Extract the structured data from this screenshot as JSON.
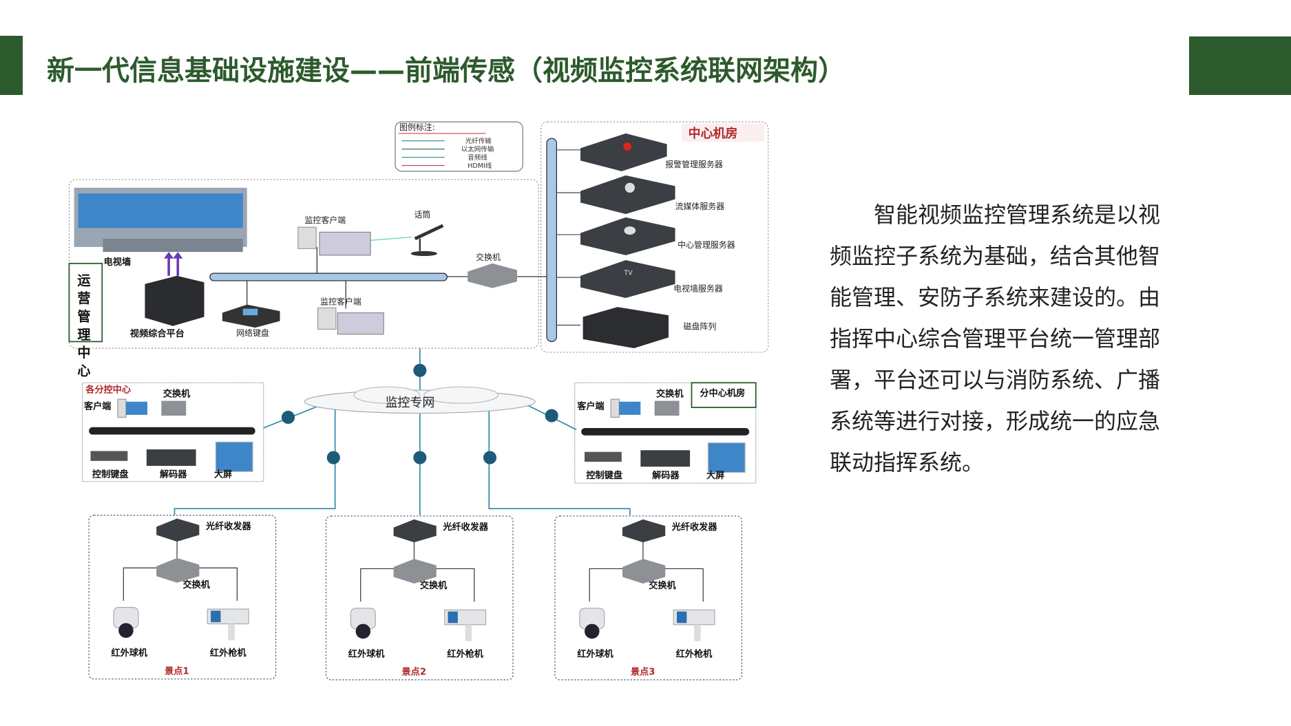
{
  "header": {
    "title": "新一代信息基础设施建设——前端传感（视频监控系统联网架构）"
  },
  "description": "智能视频监控管理系统是以视频监控子系统为基础，结合其他智能管理、安防子系统来建设的。由指挥中心综合管理平台统一管理部署，平台还可以与消防系统、广播系统等进行对接，形成统一的应急联动指挥系统。",
  "colors": {
    "accent": "#2d5a2d",
    "label_red": "#b0282b",
    "link": "#3a8fb0",
    "router": "#1f5a78"
  },
  "diagram": {
    "legend": {
      "title": "图例标注:",
      "items": [
        "光纤传输",
        "以太网传输",
        "音频线",
        "HDMI线"
      ]
    },
    "center_room": {
      "title": "中心机房",
      "servers": [
        "报警管理服务器",
        "流媒体服务器",
        "中心管理服务器",
        "电视墙服务器",
        "磁盘阵列"
      ]
    },
    "ops_center": {
      "title_chars": [
        "运",
        "营",
        "管",
        "理",
        "中",
        "心"
      ],
      "tv_wall": "电视墙",
      "platform": "视频综合平台",
      "keyboard": "网络键盘",
      "client_top": "监控客户端",
      "client_bottom": "监控客户端",
      "mic": "话筒",
      "switch": "交换机"
    },
    "network": "监控专网",
    "sub_left": {
      "title": "各分控中心",
      "client": "客户端",
      "switch": "交换机",
      "keyboard": "控制键盘",
      "decoder": "解码器",
      "screen": "大屏"
    },
    "sub_right": {
      "title": "分中心机房",
      "client": "客户端",
      "switch": "交换机",
      "keyboard": "控制键盘",
      "decoder": "解码器",
      "screen": "大屏"
    },
    "sites": [
      {
        "name": "景点1",
        "transceiver": "光纤收发器",
        "switch": "交换机",
        "dome": "红外球机",
        "bullet": "红外枪机"
      },
      {
        "name": "景点2",
        "transceiver": "光纤收发器",
        "switch": "交换机",
        "dome": "红外球机",
        "bullet": "红外枪机"
      },
      {
        "name": "景点3",
        "transceiver": "光纤收发器",
        "switch": "交换机",
        "dome": "红外球机",
        "bullet": "红外枪机"
      }
    ]
  }
}
